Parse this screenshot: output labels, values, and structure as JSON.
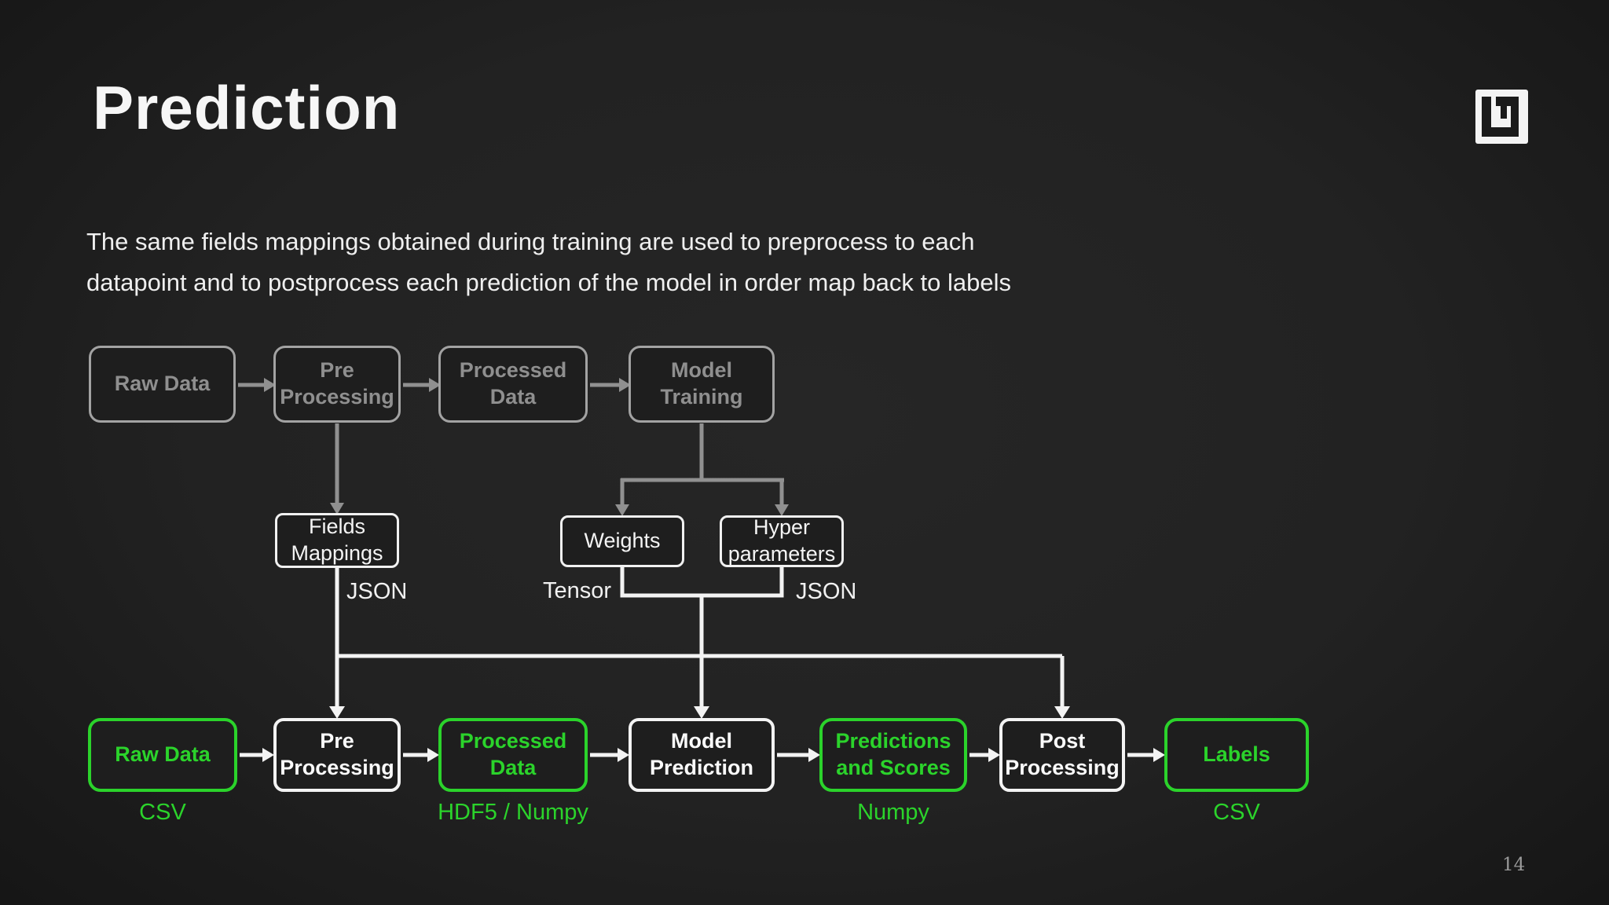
{
  "slide": {
    "title": "Prediction",
    "body": {
      "line1": "The same fields mappings obtained during training are used to preprocess to each",
      "line2": "datapoint and to postprocess each prediction of the model in order map back to labels"
    },
    "page_number": "14",
    "logo": "ludwig-logo"
  },
  "colors": {
    "background": "#222222",
    "accent_green": "#2bd32b",
    "white": "#f3f3f3",
    "muted_gray": "#8f8f8f",
    "connector_gray": "#909090"
  },
  "training_flow": {
    "items": [
      {
        "label": "Raw Data"
      },
      {
        "label": "Pre Processing"
      },
      {
        "label": "Processed Data"
      },
      {
        "label": "Model Training"
      }
    ]
  },
  "artifacts": {
    "fields_mappings": {
      "label": "Fields Mappings",
      "format": "JSON"
    },
    "weights": {
      "label": "Weights",
      "format": "Tensor"
    },
    "hyper_parameters": {
      "label": "Hyper parameters",
      "format": "JSON"
    }
  },
  "prediction_flow": {
    "items": [
      {
        "label": "Raw Data",
        "format": "CSV"
      },
      {
        "label": "Pre Processing",
        "format": ""
      },
      {
        "label": "Processed Data",
        "format": "HDF5 / Numpy"
      },
      {
        "label": "Model Prediction",
        "format": ""
      },
      {
        "label": "Predictions and Scores",
        "format": "Numpy"
      },
      {
        "label": "Post Processing",
        "format": ""
      },
      {
        "label": "Labels",
        "format": "CSV"
      }
    ]
  }
}
